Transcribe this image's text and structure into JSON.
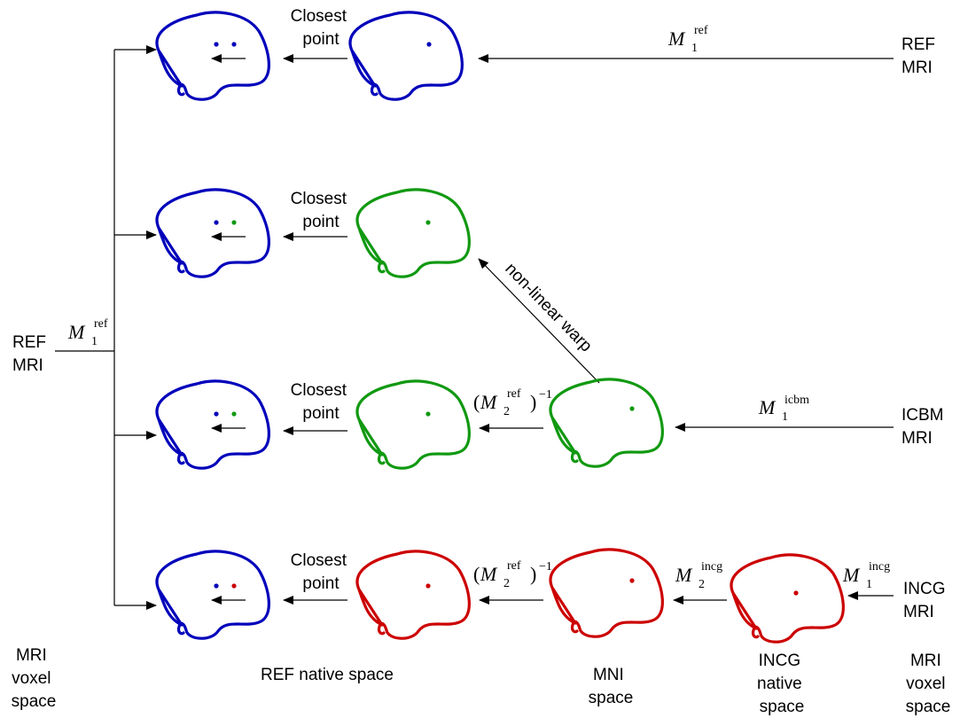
{
  "colors": {
    "ref": "#0000bb",
    "icbm": "#119911",
    "incg": "#cc0000"
  },
  "text": {
    "closest_point": [
      "Closest",
      "point"
    ],
    "ref_mri": [
      "REF",
      "MRI"
    ],
    "icbm_mri": [
      "ICBM",
      "MRI"
    ],
    "incg_mri": [
      "INCG",
      "MRI"
    ],
    "nonlinear_warp": "non-linear warp",
    "mri_voxel_space": [
      "MRI",
      "voxel",
      "space"
    ],
    "ref_native_space": "REF native space",
    "mni_space": [
      "MNI",
      "space"
    ],
    "incg_native_space": [
      "INCG",
      "native",
      "space"
    ]
  },
  "math": {
    "M": "M",
    "inverse": "−1",
    "sup_ref": "ref",
    "sup_icbm": "icbm",
    "sup_incg": "incg",
    "sub_1": "1",
    "sub_2": "2"
  }
}
